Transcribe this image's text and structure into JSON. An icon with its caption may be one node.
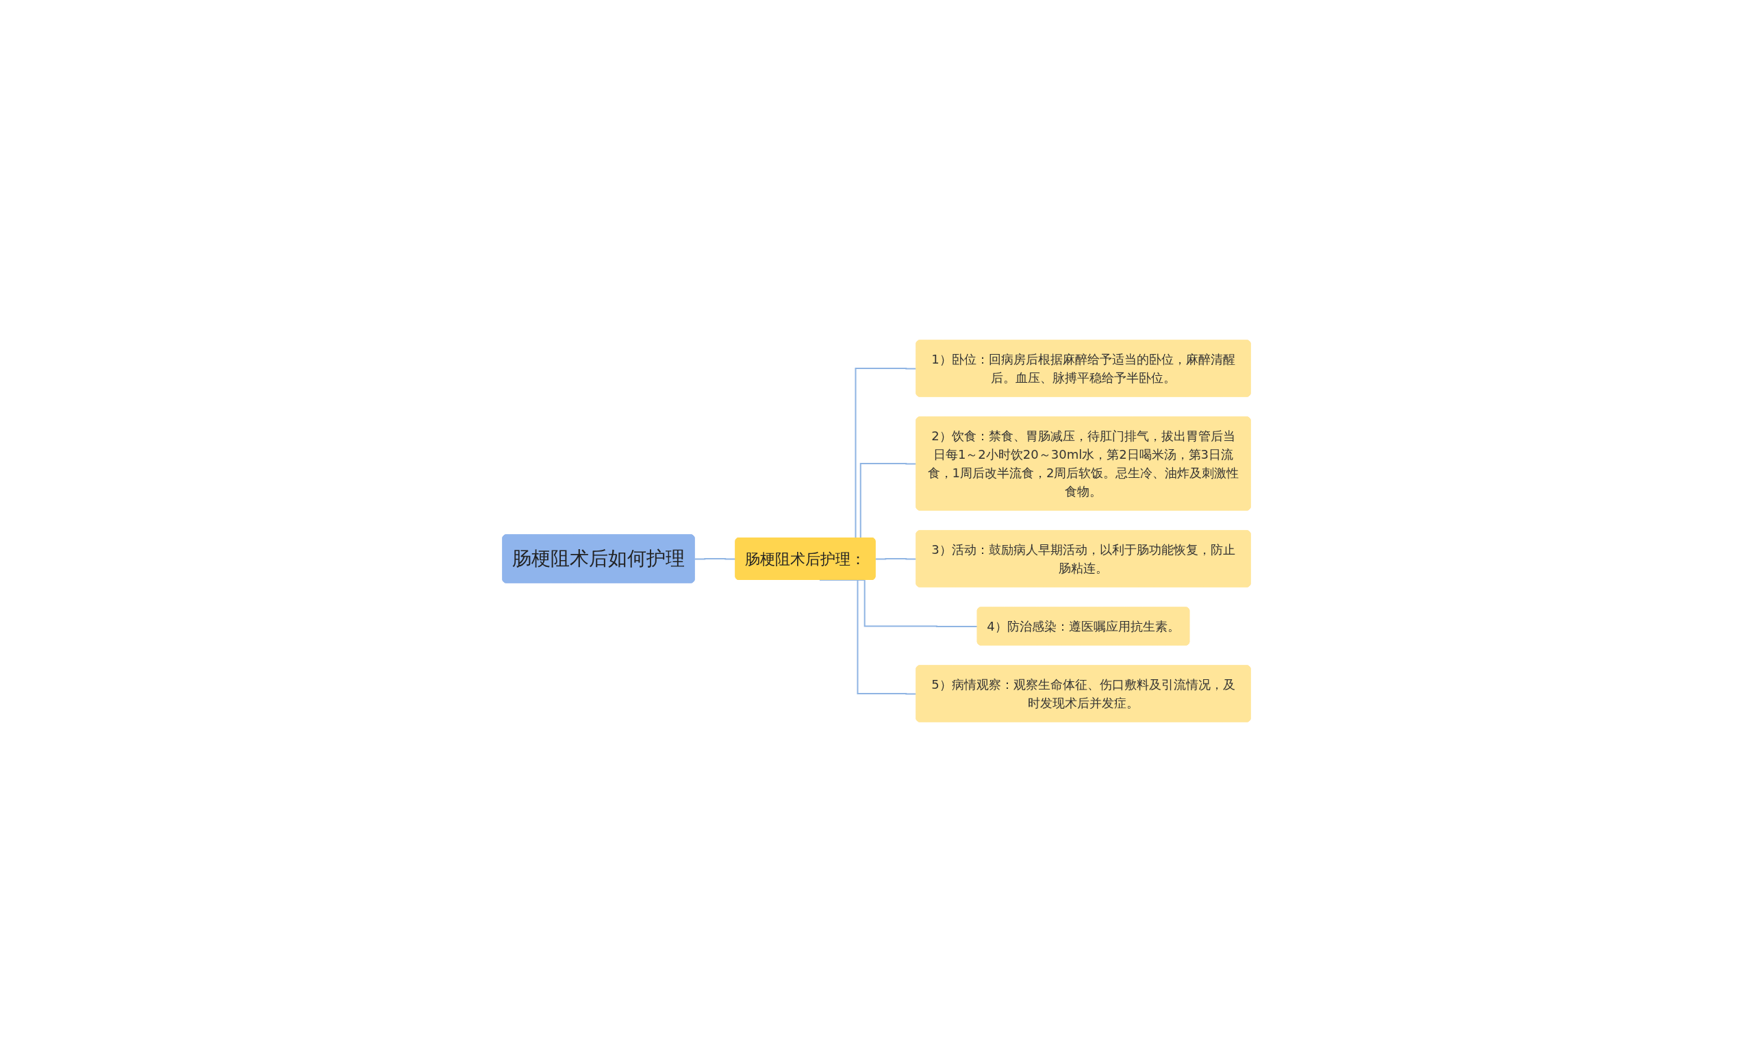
{
  "diagram": {
    "nodes": [
      {
        "text": [
          "肠梗阻术后如何护理"
        ]
      },
      {
        "text": [
          "肠梗阻术后护理："
        ]
      },
      {
        "text": [
          "1）卧位：回病房后根据麻醉给予适当的卧位，麻醉清醒后。血压、脉搏平稳给予半卧位。"
        ]
      },
      {
        "text": [
          "2）饮食：禁食、胃肠减压，待肛门排气，拔出胃管后当日每1～2小时饮20～30ml水，第2日喝米汤，第3日流食，1周后改半流食，2周后软饭。忌生冷、油炸及刺激性食物。"
        ]
      },
      {
        "text": [
          "3）活动：鼓励病人早期活动，以利于肠功能恢复，防止肠粘连。"
        ]
      },
      {
        "text": [
          "4）防治感染：遵医嘱应用抗生素。"
        ]
      },
      {
        "text": [
          "5）病情观察：观察生命体征、伤口敷料及引流情况，及时发现术后并发症。"
        ]
      }
    ],
    "edges": [
      {
        "from": 0,
        "to": 1,
        "arrow": "none"
      },
      {
        "from": 1,
        "to": 2,
        "arrow": "none"
      },
      {
        "from": 1,
        "to": 3,
        "arrow": "none"
      },
      {
        "from": 1,
        "to": 4,
        "arrow": "none"
      },
      {
        "from": 1,
        "to": 5,
        "arrow": "none"
      },
      {
        "from": 1,
        "to": 6,
        "arrow": "none"
      }
    ]
  }
}
